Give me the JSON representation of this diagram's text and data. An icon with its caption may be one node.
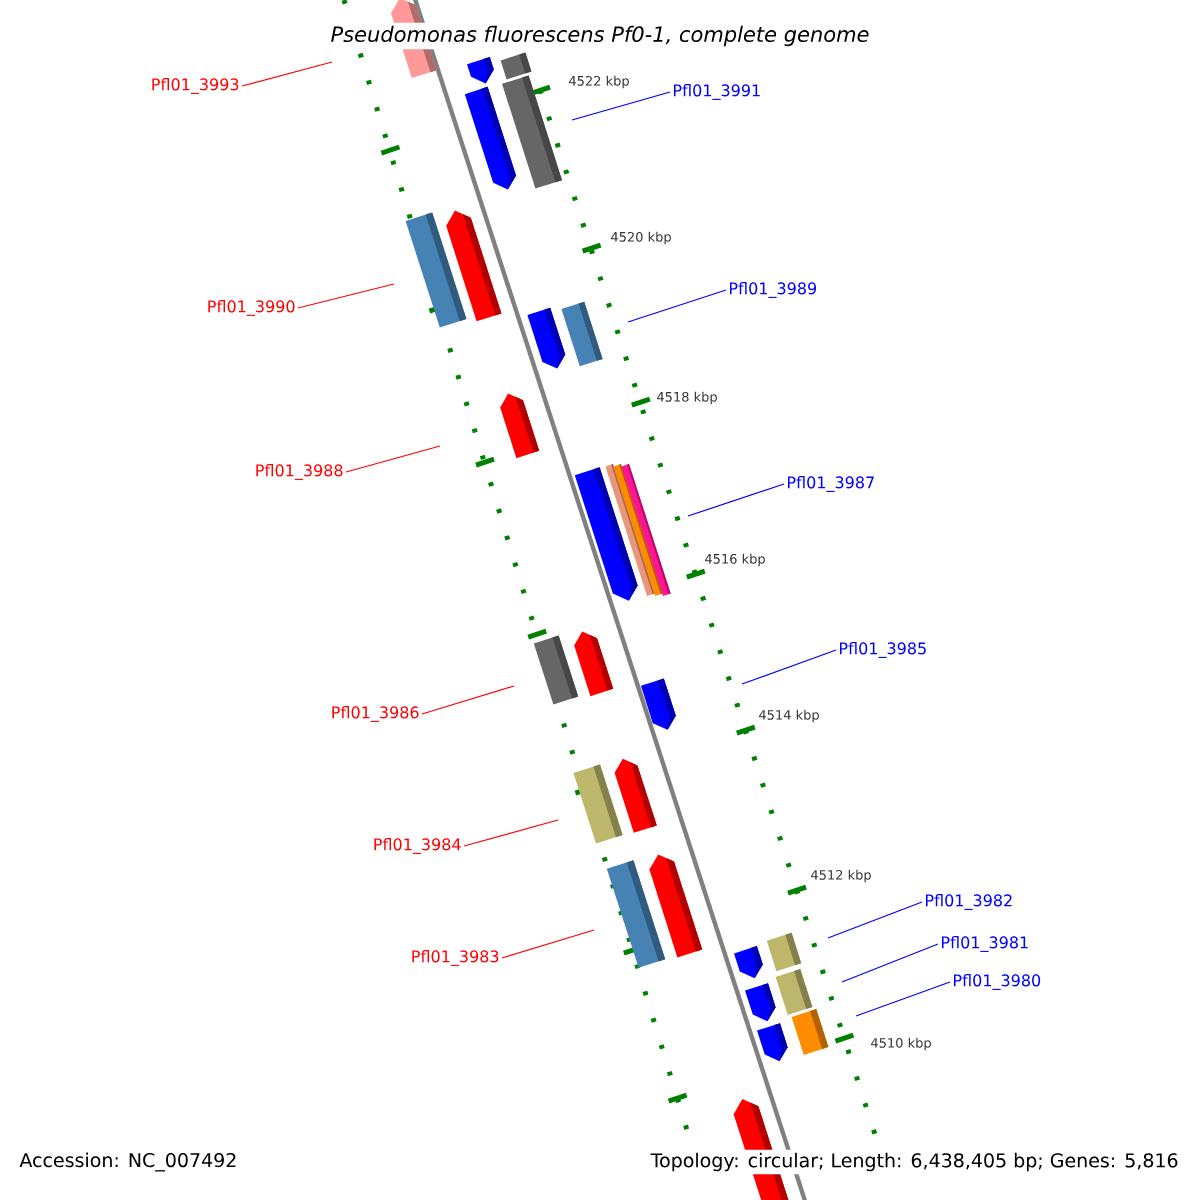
{
  "diagram": {
    "title": "Pseudomonas fluorescens Pf0-1, complete genome",
    "nodes": [
      {
        "text": [
          "Pfl01_3993"
        ]
      },
      {
        "text": [
          "Pfl01_3991"
        ]
      },
      {
        "text": [
          "Pfl01_3990"
        ]
      },
      {
        "text": [
          "Pfl01_3989"
        ]
      },
      {
        "text": [
          "Pfl01_3988"
        ]
      },
      {
        "text": [
          "Pfl01_3987"
        ]
      },
      {
        "text": [
          "Pfl01_3986"
        ]
      },
      {
        "text": [
          "Pfl01_3985"
        ]
      },
      {
        "text": [
          "Pfl01_3984"
        ]
      },
      {
        "text": [
          "Pfl01_3983"
        ]
      },
      {
        "text": [
          "Pfl01_3982"
        ]
      },
      {
        "text": [
          "Pfl01_3981"
        ]
      },
      {
        "text": [
          "Pfl01_3980"
        ]
      }
    ],
    "edges": [
      {
        "from": 0,
        "to": null,
        "arrow": "none",
        "color": "#ff0000"
      },
      {
        "from": 1,
        "to": null,
        "arrow": "none"
      },
      {
        "from": 2,
        "to": null,
        "arrow": "none",
        "color": "#ff0000"
      },
      {
        "from": 3,
        "to": null,
        "arrow": "none"
      },
      {
        "from": 4,
        "to": null,
        "arrow": "none",
        "color": "#ff0000"
      },
      {
        "from": 5,
        "to": null,
        "arrow": "none"
      },
      {
        "from": 6,
        "to": null,
        "arrow": "none",
        "color": "#ff0000"
      },
      {
        "from": 7,
        "to": null,
        "arrow": "none"
      },
      {
        "from": 8,
        "to": null,
        "arrow": "none",
        "color": "#ff0000"
      },
      {
        "from": 9,
        "to": null,
        "arrow": "none",
        "color": "#ff0000"
      },
      {
        "from": 10,
        "to": null,
        "arrow": "none"
      },
      {
        "from": 11,
        "to": null,
        "arrow": "none"
      },
      {
        "from": 12,
        "to": null,
        "arrow": "none"
      }
    ],
    "labels": [
      "4522 kbp",
      "4520 kbp",
      "4518 kbp",
      "4516 kbp",
      "4514 kbp",
      "4512 kbp",
      "4510 kbp",
      "Accession: NC_007492",
      "Topology: circular; Length: 6,438,405 bp; Genes: 5,816"
    ]
  }
}
